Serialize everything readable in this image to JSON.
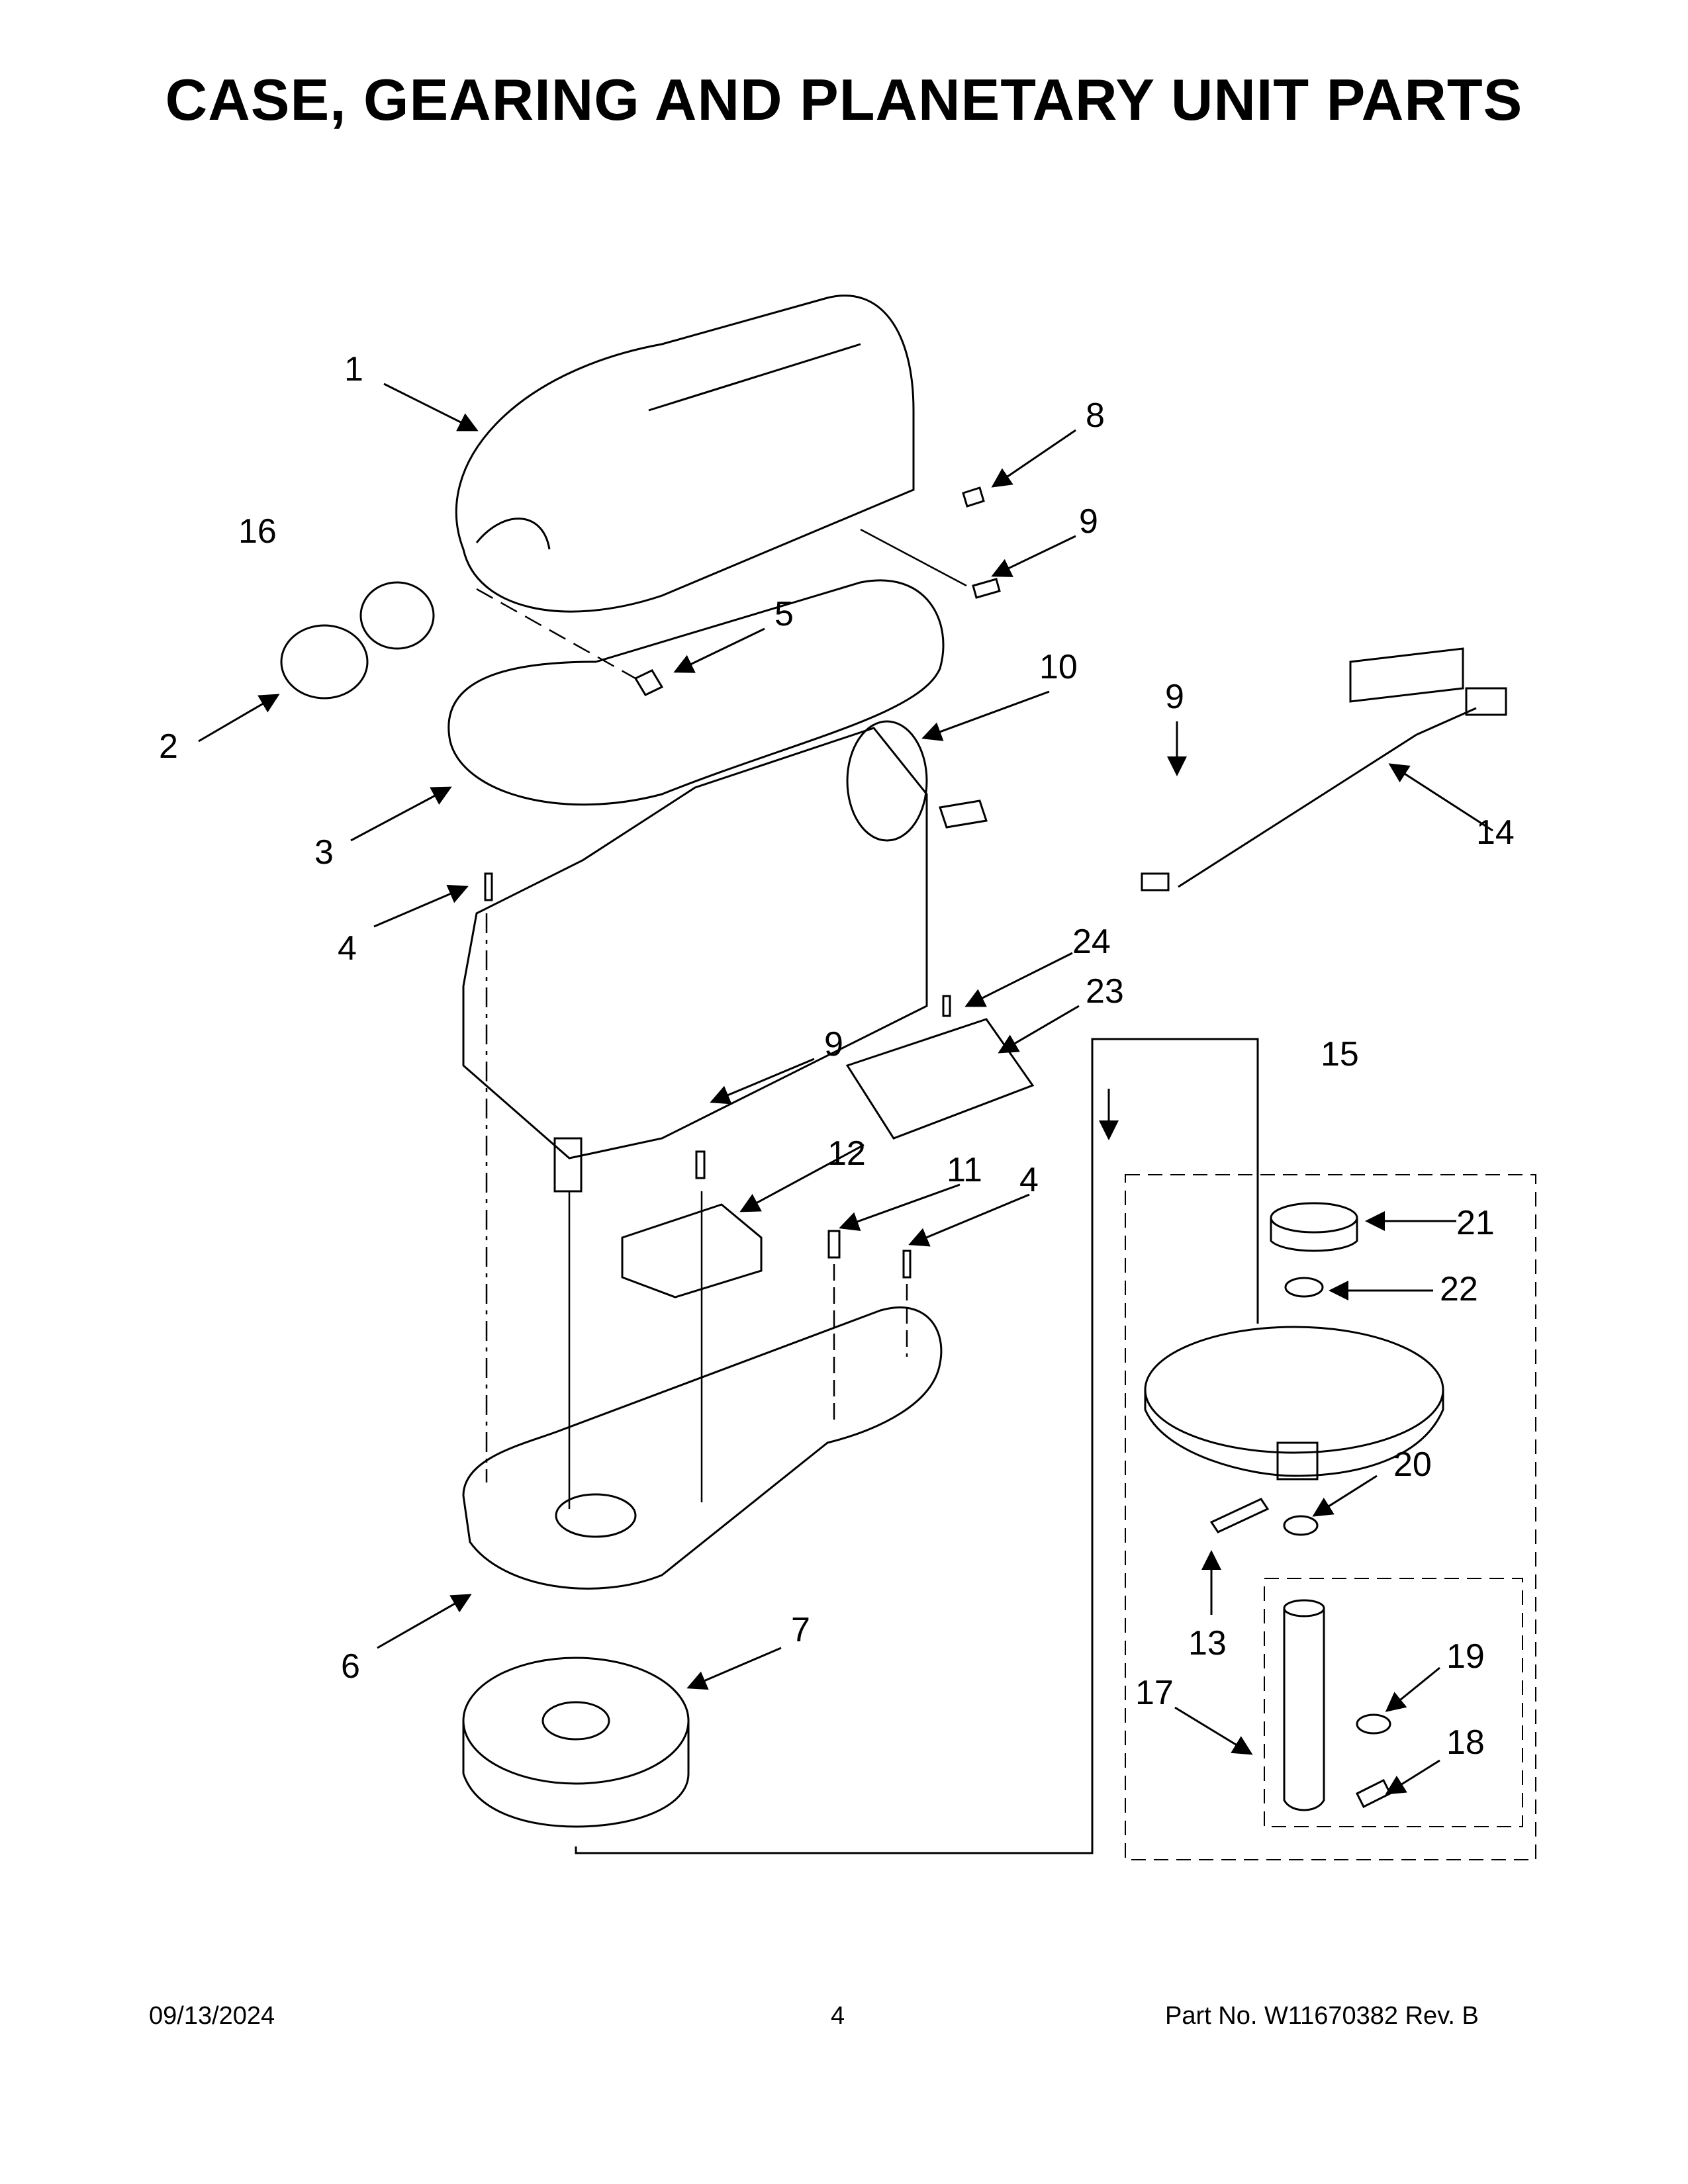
{
  "page": {
    "title": "CASE, GEARING AND PLANETARY UNIT PARTS"
  },
  "callouts": [
    "1",
    "2",
    "3",
    "4",
    "5",
    "6",
    "7",
    "8",
    "9",
    "10",
    "11",
    "12",
    "13",
    "14",
    "15",
    "16",
    "17",
    "18",
    "19",
    "20",
    "21",
    "22",
    "23",
    "24"
  ],
  "footer": {
    "date": "09/13/2024",
    "page_number": "4",
    "part_info": "Part No.  W11670382  Rev.  B"
  }
}
